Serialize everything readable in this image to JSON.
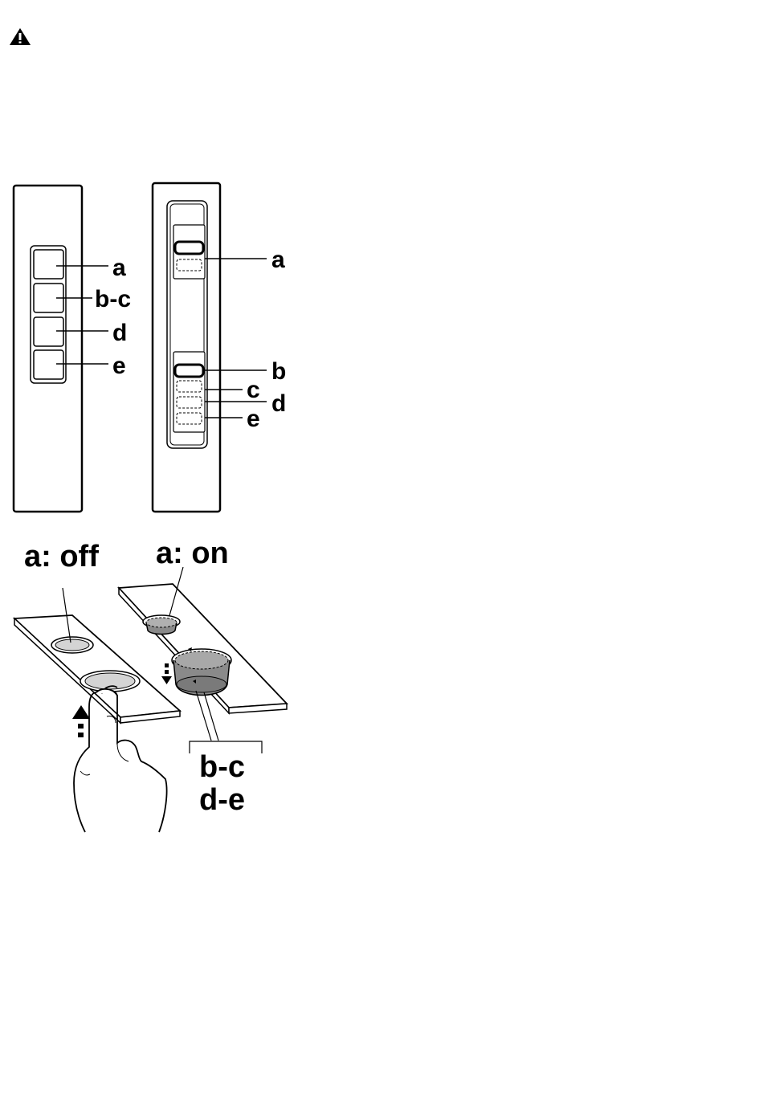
{
  "warning_icon": "warning-triangle-icon",
  "panel_left": {
    "labels": [
      "a",
      "b-c",
      "d",
      "e"
    ]
  },
  "panel_right": {
    "labels": [
      "a",
      "b",
      "c",
      "d",
      "e"
    ]
  },
  "bottom": {
    "off_label": "a: off",
    "on_label": "a: on",
    "bracket_label_1": "b-c",
    "bracket_label_2": "d-e"
  },
  "colors": {
    "line": "#000000",
    "knob_dark": "#8a8a8a",
    "knob_light": "#d4d4d4"
  }
}
